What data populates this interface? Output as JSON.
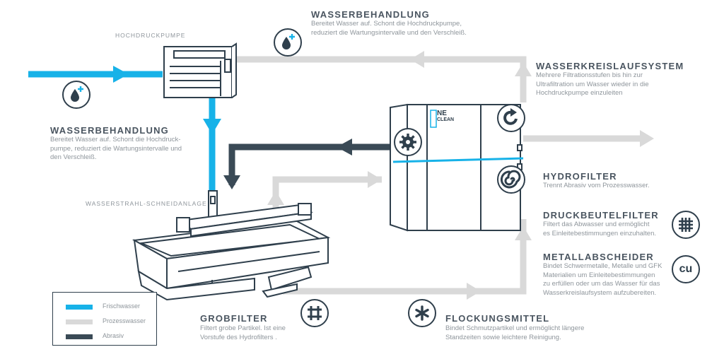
{
  "labels": {
    "hochdruckpumpe": "HOCHDRUCKPUMPE",
    "schneidanlage": "WASSERSTRAHL-SCHNEIDANLAGE"
  },
  "wasserbehandlung_top": {
    "title": "WASSERBEHANDLUNG",
    "line1": "Bereitet Wasser auf. Schont die Hochdruckpumpe,",
    "line2": "reduziert die Wartungsintervalle und den Verschleiß."
  },
  "wasserbehandlung_left": {
    "title": "WASSERBEHANDLUNG",
    "line1": "Bereitet Wasser auf. Schont die Hochdruck-",
    "line2": "pumpe, reduziert die Wartungsintervalle und",
    "line3": "den Verschleiß."
  },
  "wasserkreislauf": {
    "title": "WASSERKREISLAUFSYSTEM",
    "line1": "Mehrere Filtrationsstufen bis hin zur",
    "line2": "Ultrafiltration um Wasser wieder in die",
    "line3": "Hochdruckpumpe einzuleiten"
  },
  "hydrofilter": {
    "title": "HYDROFILTER",
    "line1": "Trennt Abrasiv vom Prozesswasser."
  },
  "druckbeutelfilter": {
    "title": "DRUCKBEUTELFILTER",
    "line1": "Filtert das Abwasser und ermöglicht",
    "line2": "es Einleitebestimmungen einzuhalten."
  },
  "metallabscheider": {
    "title": "METALLABSCHEIDER",
    "line1": "Bindet Schwermetalle, Metalle und GFK",
    "line2": "Materialien um Einleitebestimmungen",
    "line3": "zu erfüllen oder um das Wasser für das",
    "line4": "Wasserkreislaufsystem aufzubereiten.",
    "icon_text": "cu"
  },
  "grobfilter": {
    "title": "GROBFILTER",
    "line1": "Filtert grobe Partikel. Ist eine",
    "line2": "Vorstufe des Hydrofilters ."
  },
  "flockungsmittel": {
    "title": "FLOCKUNGSMITTEL",
    "line1": "Bindet Schmutzpartikel und ermöglicht längere",
    "line2": "Standzeiten sowie leichtere Reinigung."
  },
  "brand": {
    "logo_line1": "NE",
    "logo_line2": "CLEAN"
  },
  "legend": [
    {
      "label": "Frischwasser",
      "color": "#17b2e8"
    },
    {
      "label": "Prozesswasser",
      "color": "#d9d9d9"
    },
    {
      "label": "Abrasiv",
      "color": "#3a4a56"
    }
  ],
  "colors": {
    "fresh": "#17b2e8",
    "process": "#d9d9d9",
    "abrasive": "#3a4a56",
    "outline": "#2f3f4c"
  },
  "icons": {
    "water_drop": "water-drop-plus-icon",
    "recycle": "refresh-arrow-icon",
    "gear": "gear-icon",
    "spiral": "spiral-icon",
    "grid": "hash-grid-icon",
    "asterisk": "asterisk-icon"
  }
}
